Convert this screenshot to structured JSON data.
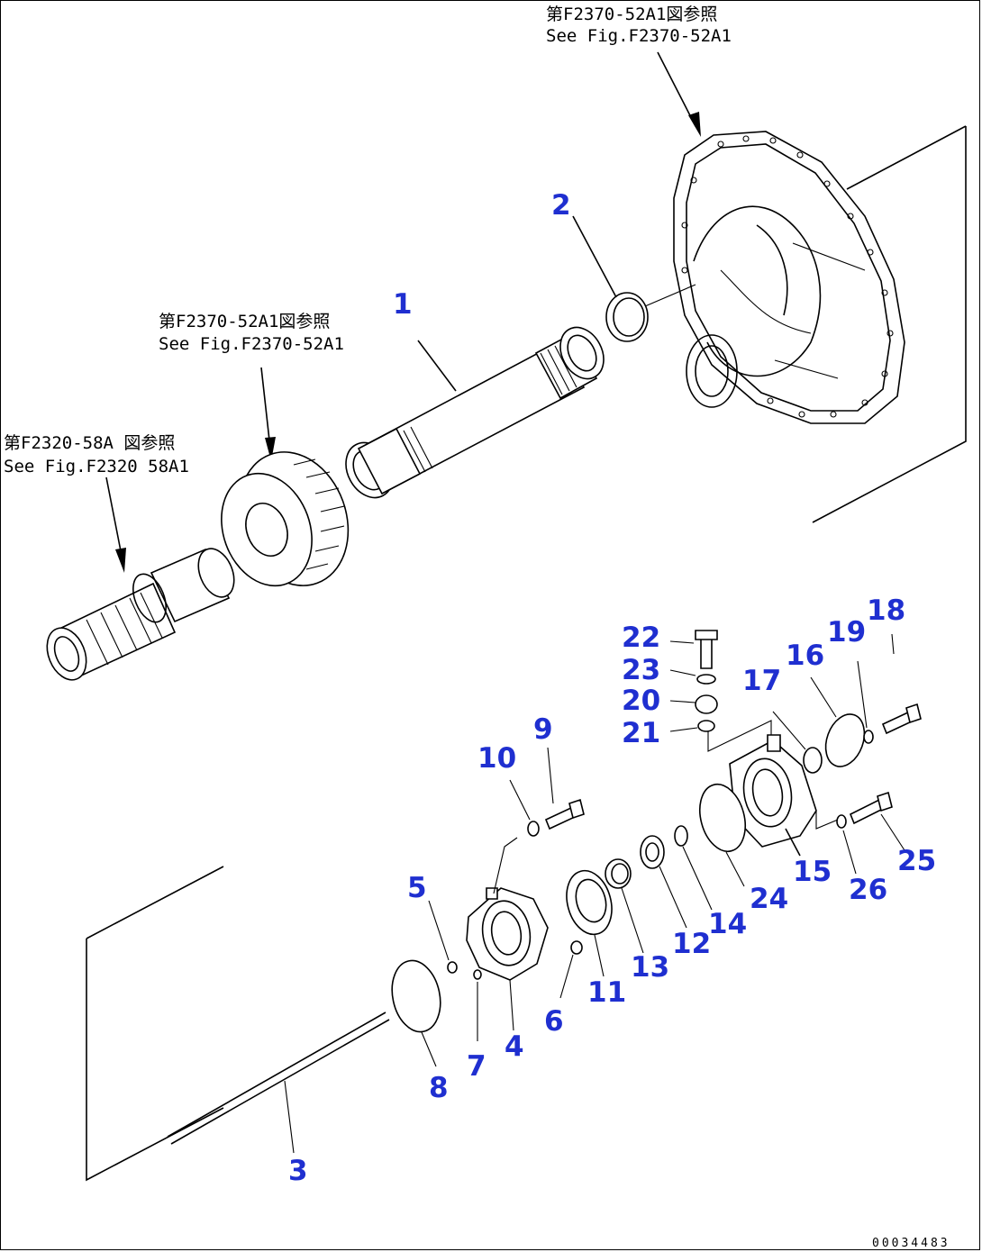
{
  "references": {
    "housing": {
      "jp": "第F2370-52A1図参照",
      "en": "See Fig.F2370-52A1"
    },
    "gear": {
      "jp": "第F2370-52A1図参照",
      "en": "See Fig.F2370-52A1"
    },
    "shaft": {
      "jp": "第F2320-58A 図参照",
      "en": "See Fig.F2320 58A1"
    }
  },
  "part_numbers": [
    "1",
    "2",
    "3",
    "4",
    "5",
    "6",
    "7",
    "8",
    "9",
    "10",
    "11",
    "12",
    "13",
    "14",
    "15",
    "16",
    "17",
    "18",
    "19",
    "20",
    "21",
    "22",
    "23",
    "24",
    "25",
    "26"
  ],
  "document_number": "00034483",
  "colors": {
    "part_number": "#1f2fd0",
    "line": "#000000"
  }
}
